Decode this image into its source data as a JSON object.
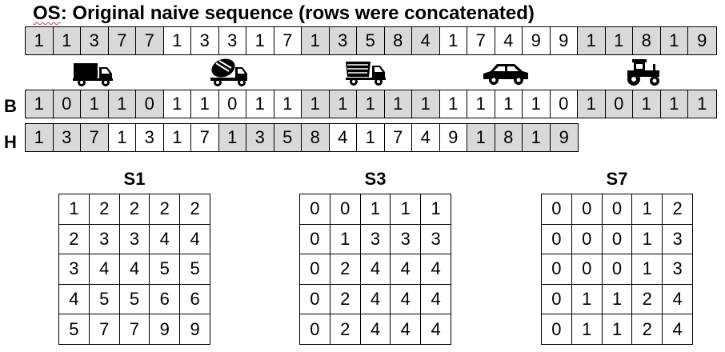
{
  "title": {
    "prefix": "OS",
    "rest": ": Original naive sequence (rows were concatenated)"
  },
  "os_row": [
    1,
    1,
    3,
    7,
    7,
    1,
    3,
    3,
    1,
    7,
    1,
    3,
    5,
    8,
    4,
    1,
    7,
    4,
    9,
    9,
    1,
    1,
    8,
    1,
    9
  ],
  "b_label": "B",
  "b_row": [
    1,
    0,
    1,
    1,
    0,
    1,
    1,
    0,
    1,
    1,
    1,
    1,
    1,
    1,
    1,
    1,
    1,
    1,
    1,
    0,
    1,
    0,
    1,
    1,
    1
  ],
  "h_label": "H",
  "h_row": [
    1,
    3,
    7,
    1,
    3,
    1,
    7,
    1,
    3,
    5,
    8,
    4,
    1,
    7,
    4,
    9,
    1,
    8,
    1,
    9
  ],
  "vehicles": [
    "truck-icon",
    "cement-mixer-icon",
    "dump-truck-icon",
    "car-icon",
    "tractor-icon"
  ],
  "grids": [
    {
      "label": "S1",
      "rows": [
        [
          1,
          2,
          2,
          2,
          2
        ],
        [
          2,
          3,
          3,
          4,
          4
        ],
        [
          3,
          4,
          4,
          5,
          5
        ],
        [
          4,
          5,
          5,
          6,
          6
        ],
        [
          5,
          7,
          7,
          9,
          9
        ]
      ]
    },
    {
      "label": "S3",
      "rows": [
        [
          0,
          0,
          1,
          1,
          1
        ],
        [
          0,
          1,
          3,
          3,
          3
        ],
        [
          0,
          2,
          4,
          4,
          4
        ],
        [
          0,
          2,
          4,
          4,
          4
        ],
        [
          0,
          2,
          4,
          4,
          4
        ]
      ]
    },
    {
      "label": "S7",
      "rows": [
        [
          0,
          0,
          0,
          1,
          2
        ],
        [
          0,
          0,
          0,
          1,
          3
        ],
        [
          0,
          0,
          0,
          1,
          3
        ],
        [
          0,
          1,
          1,
          2,
          4
        ],
        [
          0,
          1,
          1,
          2,
          4
        ]
      ]
    }
  ]
}
